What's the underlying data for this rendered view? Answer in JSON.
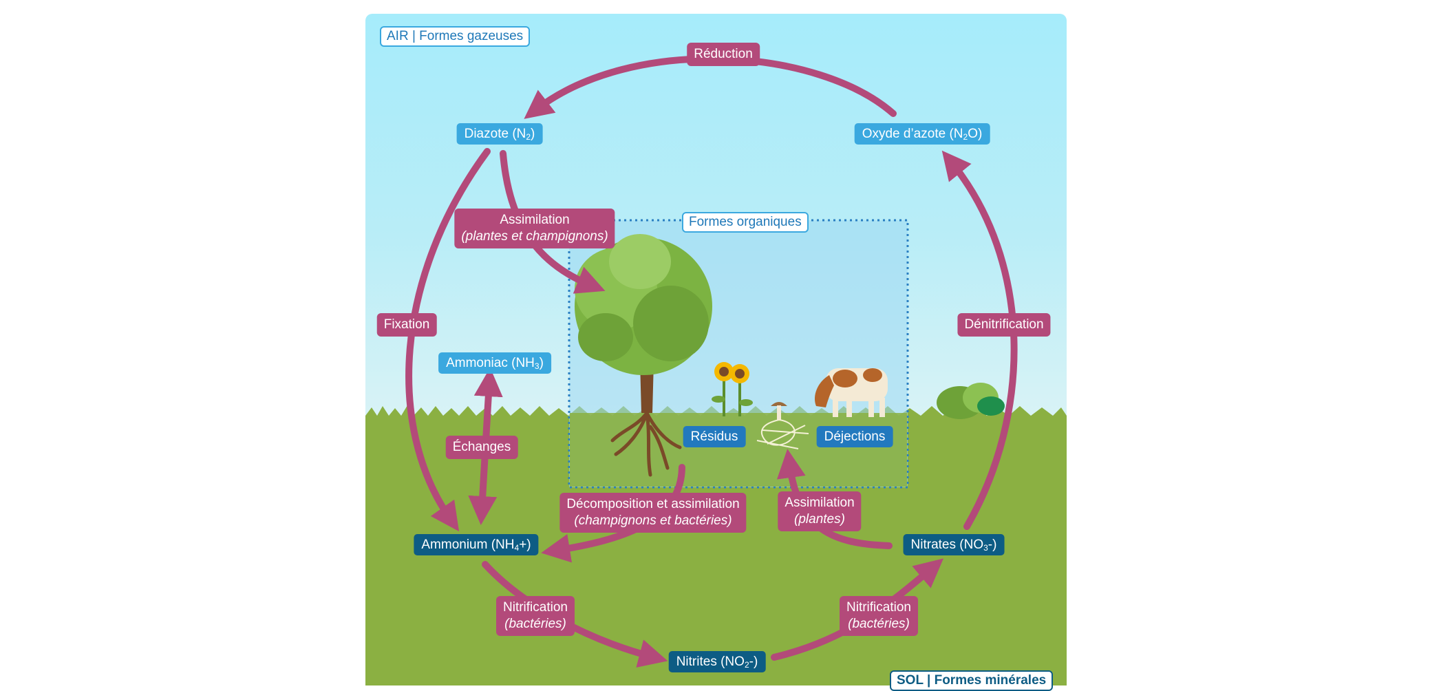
{
  "labels": {
    "air_zone": "AIR | Formes gazeuses",
    "sol_zone": "SOL | Formes minérales",
    "organic_zone": "Formes organiques"
  },
  "compounds": {
    "diazote": {
      "pre": "Diazote (N",
      "sub": "2",
      "post": ")"
    },
    "oxyde": {
      "pre": "Oxyde d’azote (N",
      "sub": "2",
      "post": "O)"
    },
    "ammoniac": {
      "pre": "Ammoniac (NH",
      "sub": "3",
      "post": ")"
    },
    "ammonium": {
      "pre": "Ammonium (NH",
      "sub": "4",
      "post": "+)"
    },
    "nitrates": {
      "pre": "Nitrates (NO",
      "sub": "3",
      "post": "-)"
    },
    "nitrites": {
      "pre": "Nitrites (NO",
      "sub": "2",
      "post": "-)"
    },
    "residus": "Résidus",
    "dejections": "Déjections"
  },
  "processes": {
    "reduction": "Réduction",
    "fixation": "Fixation",
    "denitrification": "Dénitrification",
    "echanges": "Échanges",
    "assimilation_top": {
      "main": "Assimilation",
      "sub": "(plantes et champignons)"
    },
    "decomposition": {
      "main": "Décomposition et assimilation",
      "sub": "(champignons et bactéries)"
    },
    "assimilation_plantes": {
      "main": "Assimilation",
      "sub": "(plantes)"
    },
    "nitrification_left": {
      "main": "Nitrification",
      "sub": "(bactéries)"
    },
    "nitrification_right": {
      "main": "Nitrification",
      "sub": "(bactéries)"
    }
  },
  "colors": {
    "arrow": "#b34a7a",
    "tag_light": "#3aa8df",
    "tag_mid": "#2279be",
    "tag_dark": "#0d5c84",
    "ground": "#8bb042",
    "sky": "#a6ecfb"
  },
  "icons": [
    "tree-icon",
    "sunflower-icon",
    "cow-icon",
    "mushroom-icon",
    "bush-icon"
  ]
}
